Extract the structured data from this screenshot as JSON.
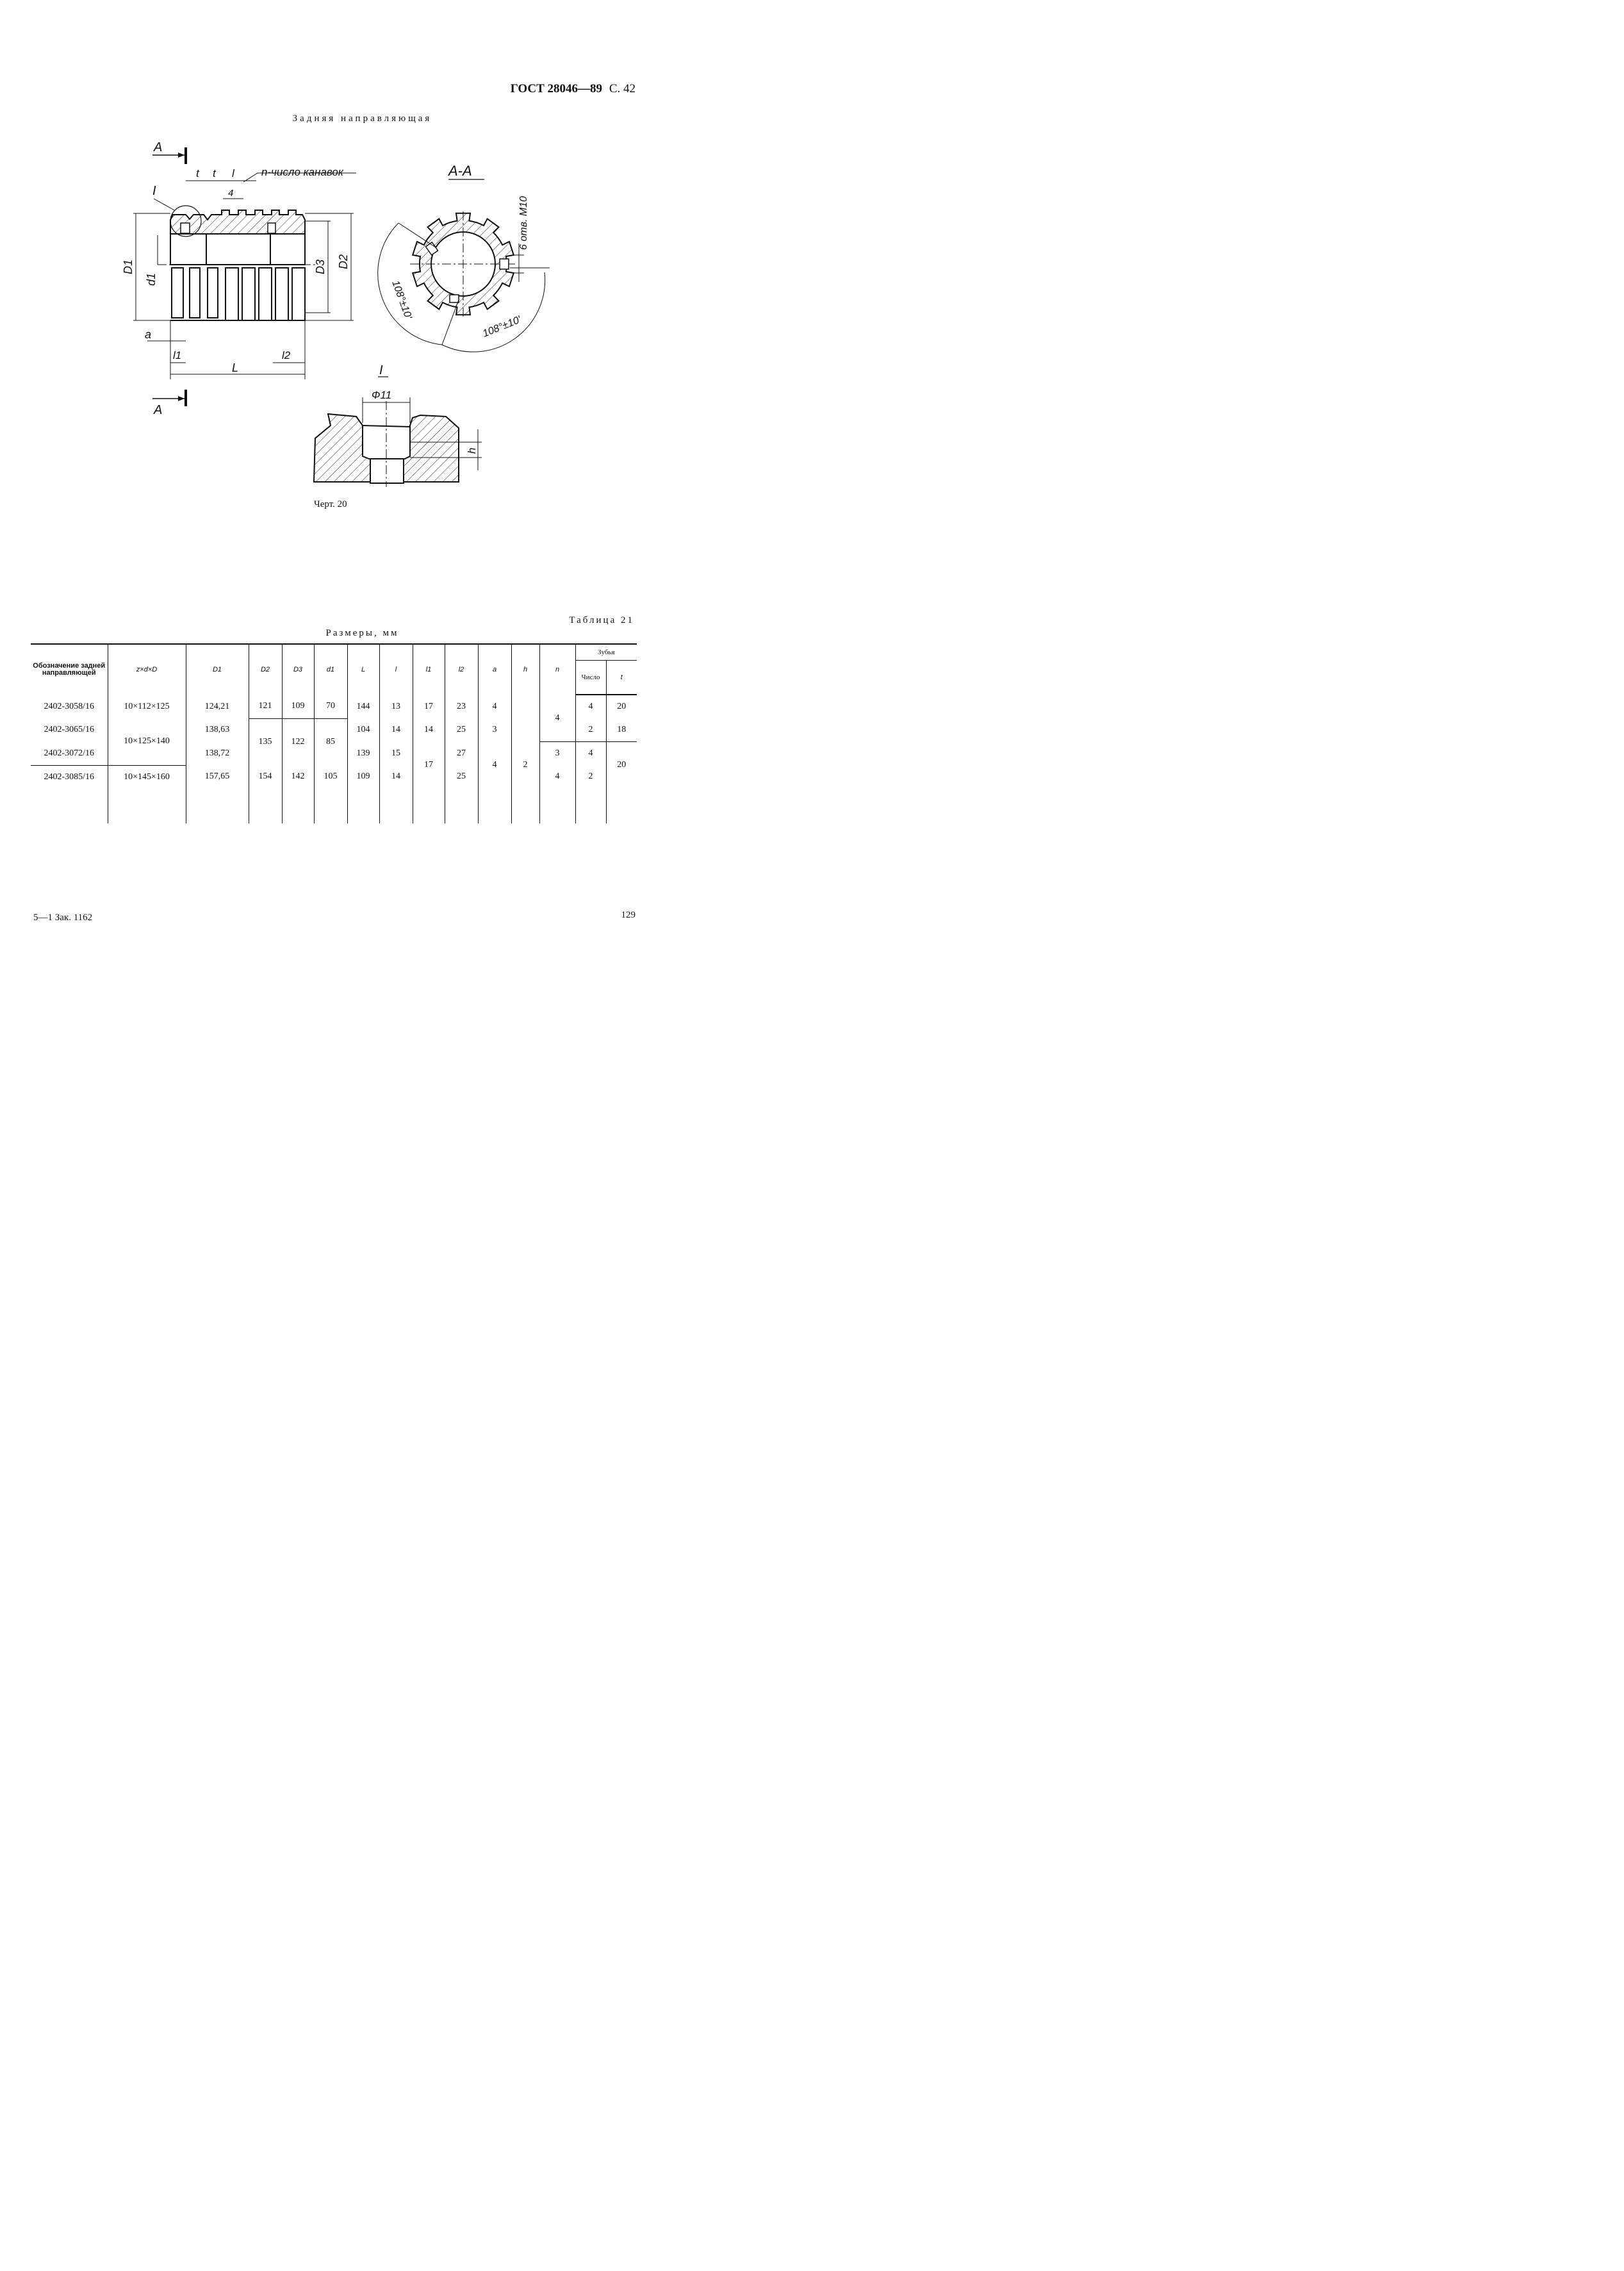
{
  "header": {
    "standard": "ГОСТ 28046—89",
    "page_ref": "С. 42"
  },
  "subtitle": "Задняя направляющая",
  "drawing": {
    "labels": {
      "section_mark": "A",
      "detail_mark": "I",
      "t": "t",
      "l": "l",
      "four": "4",
      "n_note": "n-число канавок",
      "D1": "D1",
      "d1": "d1",
      "D3": "D3",
      "D2": "D2",
      "a": "a",
      "l1": "l1",
      "L": "L",
      "l2": "l2",
      "section_title": "A-A",
      "holes": "6 отв. M10",
      "angle1": "108°±10'",
      "angle2": "108°±10'",
      "phi11": "Ф11",
      "h": "h"
    }
  },
  "caption": "Черт. 20",
  "table": {
    "caption": "Таблица 21",
    "title": "Размеры, мм",
    "headers": {
      "designation": "Обозначение задней направляющей",
      "zdD": "z×d×D",
      "D1": "D1",
      "D2": "D2",
      "D3": "D3",
      "d1": "d1",
      "L": "L",
      "l": "l",
      "l1": "l1",
      "l2": "l2",
      "a": "a",
      "h": "h",
      "n": "n",
      "teeth": "Зубья",
      "teeth_count": "Число",
      "t": "t"
    },
    "rows": [
      {
        "designation": "2402-3058/16",
        "zdD": "10×112×125",
        "D1": "124,21",
        "D2": "121",
        "D3": "109",
        "d1": "70",
        "L": "144",
        "l": "13",
        "l1": "17",
        "l2": "23",
        "a": "4",
        "n": "4",
        "count": "4",
        "t": "20"
      },
      {
        "designation": "2402-3065/16",
        "zdD": "10×125×140",
        "D1": "138,63",
        "D2": "135",
        "D3": "122",
        "d1": "85",
        "L": "104",
        "l": "14",
        "l1": "14",
        "l2": "25",
        "a": "3",
        "count": "2",
        "t": "18"
      },
      {
        "designation": "2402-3072/16",
        "D1": "138,72",
        "L": "139",
        "l": "15",
        "l1": "17",
        "l2": "27",
        "a": "4",
        "h": "2",
        "n": "3",
        "count": "4",
        "t": "20"
      },
      {
        "designation": "2402-3085/16",
        "zdD": "10×145×160",
        "D1": "157,65",
        "D2": "154",
        "D3": "142",
        "d1": "105",
        "L": "109",
        "l": "14",
        "l2": "25",
        "n": "4",
        "count": "2"
      }
    ]
  },
  "footer": {
    "left": "5—1 Зак. 1162",
    "page_number": "129"
  }
}
